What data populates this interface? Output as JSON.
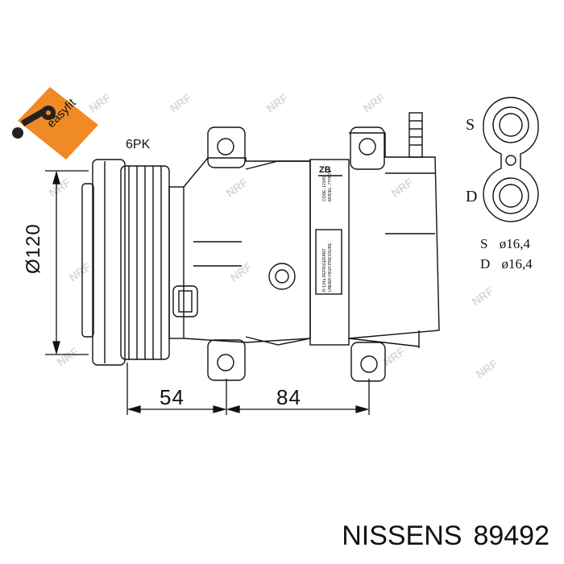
{
  "brand_tag": {
    "text": "easyfit",
    "color": "#f08a24"
  },
  "watermark": {
    "text": "NRF"
  },
  "pulley": {
    "label": "6PK"
  },
  "dimensions": {
    "diameter": "Ø120",
    "offset_front": "54",
    "offset_body": "84"
  },
  "label_plate": {
    "code": "ZB",
    "line1": "CODE: 12345",
    "line2": "MODEL: 7TH578",
    "line3": "R-134a REFRIGERANT",
    "line4": "UNDER HIGH PRESSURE"
  },
  "ports": {
    "suction_letter": "S",
    "discharge_letter": "D",
    "suction_spec": "S  ø16,4",
    "discharge_spec": "D  ø16,4"
  },
  "footer": {
    "brand": "NISSENS",
    "part_number": "89492"
  }
}
